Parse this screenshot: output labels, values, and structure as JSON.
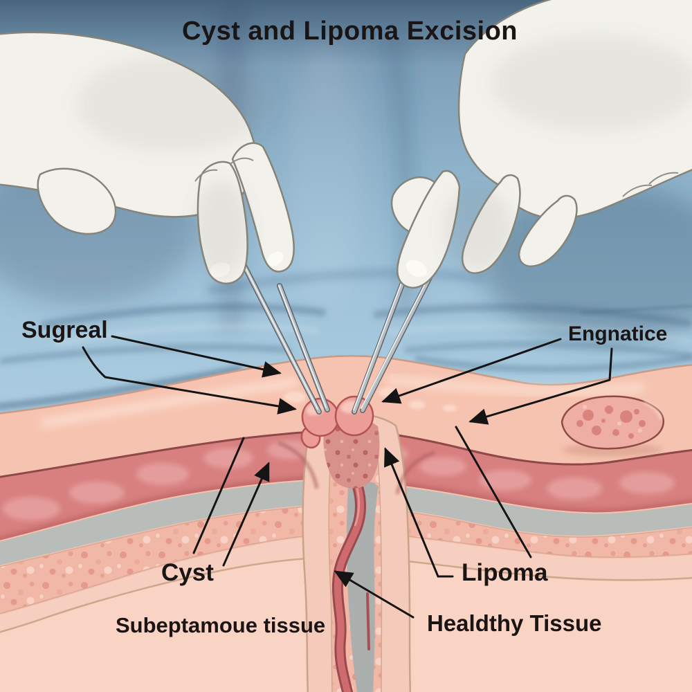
{
  "title": "Cyst and Lipoma Excision",
  "labels": {
    "sugreal": "Sugreal",
    "engnatice": "Engnatice",
    "cyst": "Cyst",
    "lipoma": "Lipoma",
    "subcutaneous_tissue": "Subeptamoue tissue",
    "healthy_tissue": "Healdthy Tissue"
  },
  "palette": {
    "drape_blue_top": "#7493ad",
    "drape_blue_bottom": "#aecfe2",
    "glove_white": "#f2f1ec",
    "glove_outline": "#84847a",
    "epidermis": "#f6c3b0",
    "dermis_red": "#d88080",
    "dermis_outline": "#8e4848",
    "fascia_gray": "#b9bdb9",
    "fat_pink": "#f1b7a7",
    "deep_tissue": "#f9d3c4",
    "cyst_lobe": "#eb9d96",
    "cyst_outline": "#b25252",
    "vessel_red": "#cd6b6e",
    "instrument_gray": "#b9bec2",
    "annotation_black": "#141414"
  }
}
